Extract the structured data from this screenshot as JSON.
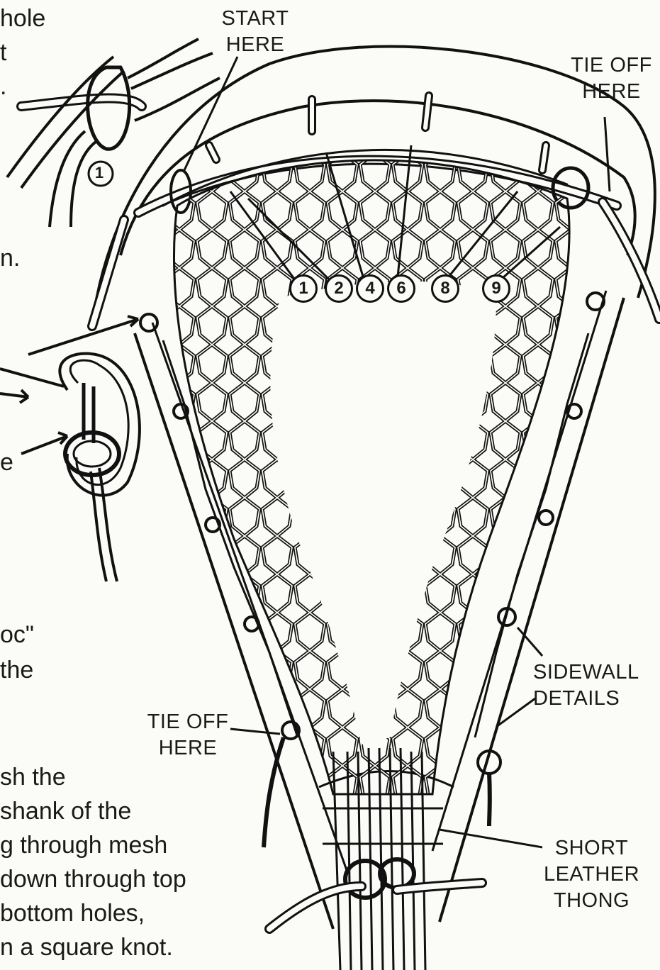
{
  "labels": {
    "start_here": [
      "START",
      "HERE"
    ],
    "tie_off_top": [
      "TIE OFF",
      "HERE"
    ],
    "tie_off_bottom": [
      "TIE OFF",
      "HERE"
    ],
    "sidewall_details": [
      "SIDEWALL",
      "DETAILS"
    ],
    "short_leather_thong": [
      "SHORT",
      "LEATHER",
      "THONG"
    ]
  },
  "step_numbers": [
    "1",
    "2",
    "4",
    "6",
    "8",
    "9"
  ],
  "inset_step_number": "1",
  "left_text_fragments": {
    "top": [
      "hole",
      "t",
      "."
    ],
    "middle": [
      "n."
    ],
    "side_e": "e",
    "oc": [
      "oc\"",
      "the"
    ]
  },
  "instructions": [
    "sh the",
    "shank of the",
    "g through mesh",
    "down through top",
    " bottom holes,",
    "n a square knot."
  ]
}
